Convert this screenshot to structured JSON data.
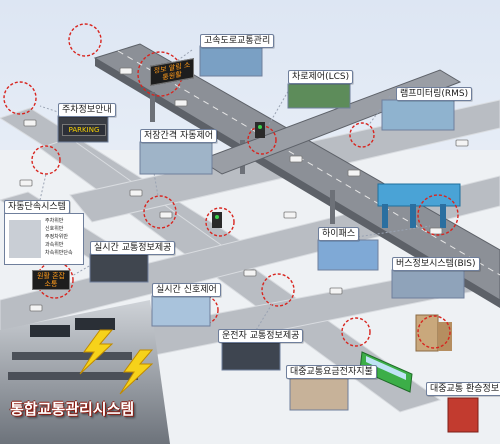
{
  "title": "통합교통관리시스템",
  "labels": {
    "highway": "고속도로교통관리",
    "lcs": "차로제어(LCS)",
    "rms": "램프미터링(RMS)",
    "parking": "주차정보안내",
    "intersection": "저장간격 자동제어",
    "enforcement": "자동단속시스템",
    "realtime": "실시간 교통정보제공",
    "signal": "실시간 신호제어",
    "hipass": "하이패스",
    "bis": "버스정보시스템(BIS)",
    "driver": "운전자 교통정보제공",
    "payment": "대중교통요금전자지불",
    "transfer": "대중교통 환승정보"
  },
  "enforcement_lines": [
    "주차위반",
    "신호위반",
    "주정차위반",
    "과속위반",
    "차속위반단속"
  ],
  "signs": {
    "highway_vms": "정보 알림 소통원활",
    "parking_sign": "PARKING",
    "realtime_vms": "원활 혼잡 소통"
  },
  "colors": {
    "road": "#b0b4bb",
    "elevated": "#8c9097",
    "circle": "#d8251f",
    "sky": "#e8eef7",
    "accent_title": "#ffffff"
  }
}
